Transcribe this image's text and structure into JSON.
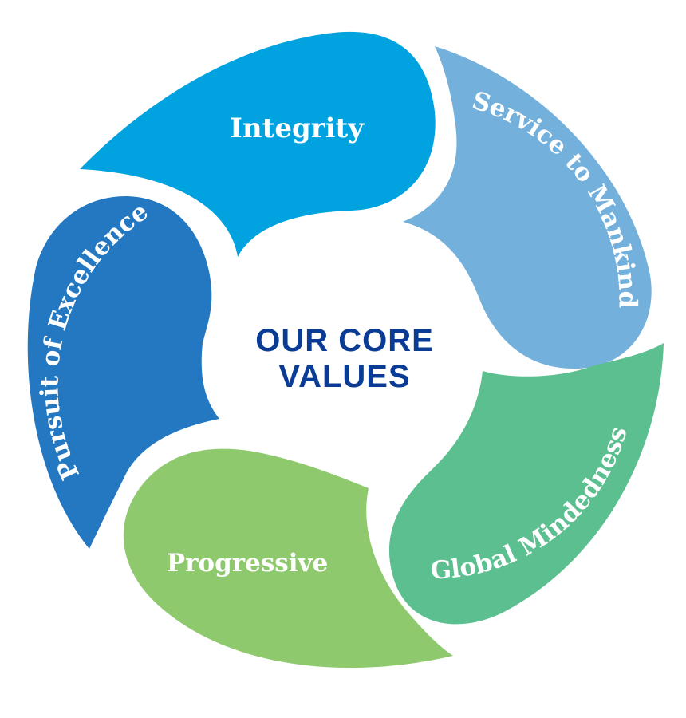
{
  "center": {
    "line1": "OUR CORE",
    "line2": "VALUES",
    "color": "#0a3c96"
  },
  "values": [
    {
      "label": "Integrity",
      "color": "#00a3df"
    },
    {
      "label": "Service to Mankind",
      "color": "#74b0dc"
    },
    {
      "label": "Global Mindedness",
      "color": "#5cbf8f"
    },
    {
      "label": "Progressive",
      "color": "#8ec96e"
    },
    {
      "label": "Pursuit of Excellence",
      "color": "#2378c1"
    }
  ]
}
